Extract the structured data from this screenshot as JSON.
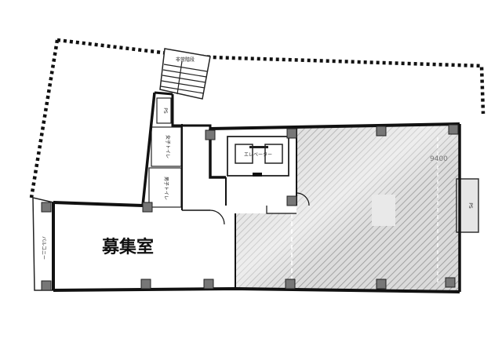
{
  "plan": {
    "labels": {
      "recruit_room": "募集室",
      "emergency_stairs": "非常階段",
      "elevator": "エレベーター",
      "balcony": "バルコニー",
      "womens_toilet": "女子トイレ",
      "mens_toilet": "男子トイレ",
      "pipe_space": "PS",
      "dimension": "9400",
      "unit_area": "PS"
    },
    "colors": {
      "wall": "#111111",
      "hatch": "#9a9a9a",
      "hatch_bg": "#dcdcdc",
      "column": "#777777"
    }
  }
}
